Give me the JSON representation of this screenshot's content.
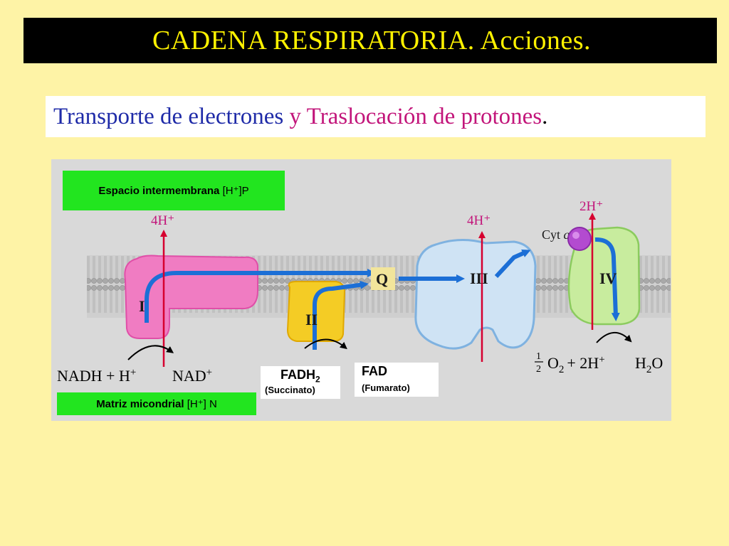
{
  "title": "CADENA RESPIRATORIA. Acciones.",
  "subtitle": {
    "part1": "Transporte de electrones",
    "part2": "y Traslocación de protones",
    "part3": "."
  },
  "labels": {
    "intermembrane_text": "Espacio intermembrana",
    "intermembrane_ion": "[H⁺]P",
    "matrix_text": "Matriz micondrial",
    "matrix_ion": "[H⁺] N",
    "fadh2_main": "FADH",
    "fadh2_sub": "2",
    "succinato": "(Succinato)",
    "fad": "FAD",
    "fumarato": "(Fumarato)",
    "nadh": "NADH + H",
    "nadh_sup": "+",
    "nad": "NAD",
    "nad_sup": "+",
    "proton1": "4H⁺",
    "proton2": "4H⁺",
    "proton3": "2H⁺",
    "complex_I": "I",
    "complex_II": "II",
    "complex_III": "III",
    "complex_IV": "IV",
    "q": "Q",
    "cytc": "Cyt",
    "cytc_italic": "c",
    "half_num": "1",
    "half_den": "2",
    "o2": "O",
    "o2_sub": "2",
    "plus_2h": "+ 2H",
    "plus_2h_sup": "+",
    "h2o_h": "H",
    "h2o_sub": "2",
    "h2o_o": "O"
  },
  "colors": {
    "background": "#FEF3A6",
    "title_text": "#FFF200",
    "subtitle_blue": "#1F2BA8",
    "subtitle_magenta": "#C2157A",
    "label_green": "#22E51F",
    "proton_arrow": "#D6002F",
    "electron_arrow": "#1C6FD6"
  }
}
